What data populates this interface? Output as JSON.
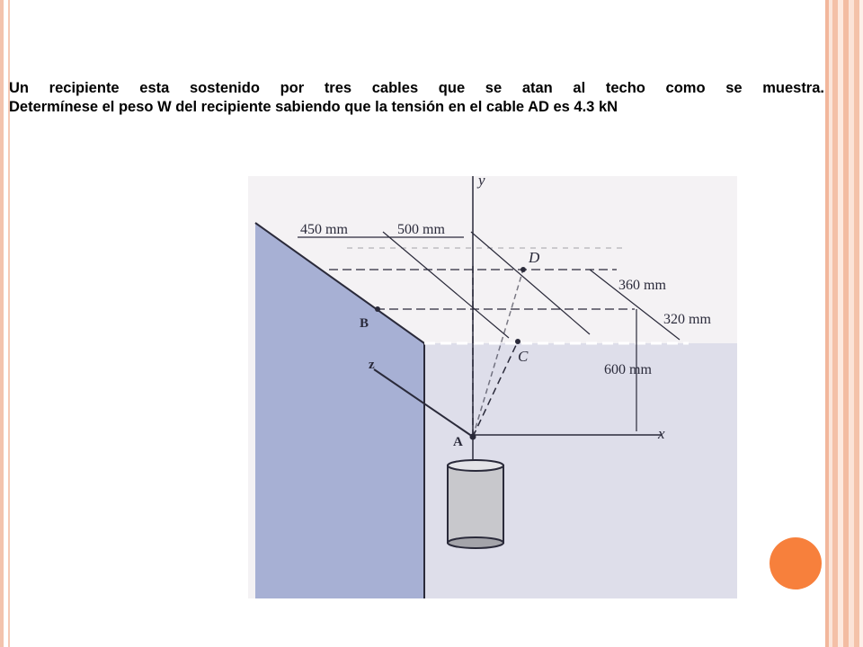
{
  "problem": {
    "line1": "Un recipiente esta sostenido por tres cables que se atan al techo como se muestra.",
    "line2": "Determínese el peso W del recipiente sabiendo que la tensión en el cable AD es 4.3 kN"
  },
  "figure": {
    "dims": {
      "d450": "450 mm",
      "d500": "500 mm",
      "d360": "360 mm",
      "d320": "320 mm",
      "d600": "600 mm"
    },
    "points": {
      "A": "A",
      "B": "B",
      "C": "C",
      "D": "D"
    },
    "axes": {
      "x": "x",
      "y": "y",
      "z": "z"
    },
    "colors": {
      "wall": "#a9b2d6",
      "floor": "#dcdcec",
      "background": "#f4f2f4",
      "ink": "#2a2a3a"
    }
  },
  "theme": {
    "accent_dot": "#f7803c",
    "stripe": "#f2b79c"
  }
}
